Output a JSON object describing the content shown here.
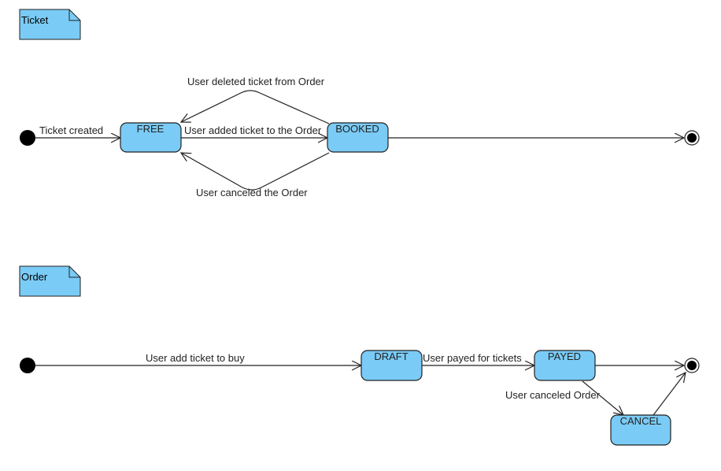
{
  "colors": {
    "state_fill": "#7acbf5",
    "note_fill": "#7acbf5",
    "stroke": "#222222"
  },
  "ticket": {
    "note": "Ticket",
    "states": {
      "free": "FREE",
      "booked": "BOOKED"
    },
    "transitions": {
      "created": "Ticket created",
      "added": "User added ticket to the Order",
      "deleted": "User deleted ticket from Order",
      "canceled": "User canceled the Order"
    }
  },
  "order": {
    "note": "Order",
    "states": {
      "draft": "DRAFT",
      "payed": "PAYED",
      "cancel": "CANCEL"
    },
    "transitions": {
      "add": "User add ticket to buy",
      "payed": "User payed for  tickets",
      "canceled": "User canceled Order"
    }
  }
}
